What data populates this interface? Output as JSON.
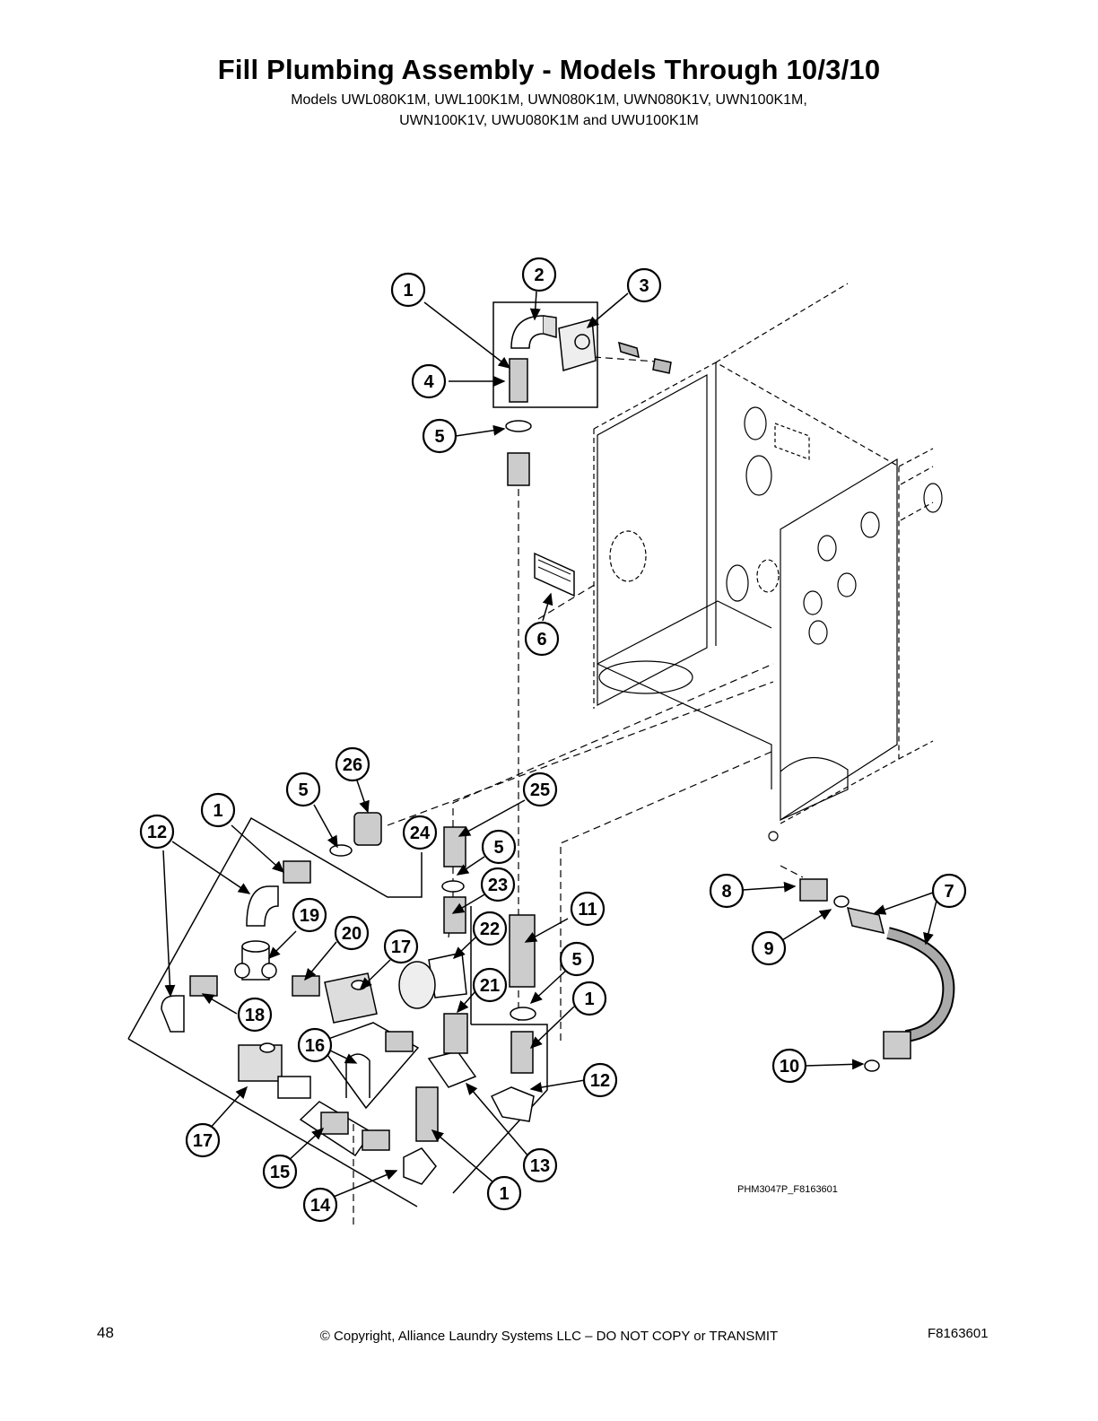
{
  "header": {
    "title": "Fill Plumbing Assembly - Models Through 10/3/10",
    "models_line1": "Models UWL080K1M, UWL100K1M, UWN080K1M, UWN080K1V, UWN100K1M,",
    "models_line2": "UWN100K1V, UWU080K1M and UWU100K1M"
  },
  "diagram": {
    "figure_id": "PHM3047P_F8163601",
    "callouts": [
      "1",
      "2",
      "3",
      "4",
      "5",
      "6",
      "1",
      "5",
      "26",
      "25",
      "12",
      "24",
      "5",
      "23",
      "11",
      "19",
      "20",
      "17",
      "22",
      "5",
      "21",
      "1",
      "18",
      "16",
      "12",
      "17",
      "15",
      "14",
      "1",
      "13",
      "8",
      "7",
      "9",
      "10"
    ]
  },
  "footer": {
    "page_number": "48",
    "copyright": "© Copyright, Alliance Laundry Systems LLC – DO NOT COPY or TRANSMIT",
    "doc_code": "F8163601"
  }
}
